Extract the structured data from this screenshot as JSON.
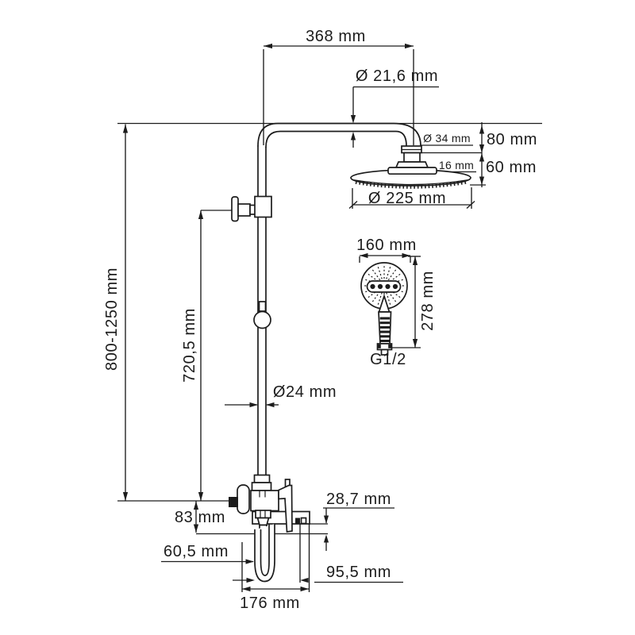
{
  "drawing": {
    "kind": "technical-dimension-drawing",
    "subject": "shower-column-with-rain-head-hand-shower-and-bath-spout",
    "background_color": "#ffffff",
    "line_color": "#1c1c1c",
    "labels": {
      "arm_length": "368 mm",
      "arm_tube_diameter": "Ø 21,6 mm",
      "head_connector_diameter": "Ø 34 mm",
      "head_offset_top": "80 mm",
      "head_plate_thickness": "16 mm",
      "head_offset_bottom": "60 mm",
      "head_diameter": "Ø 225 mm",
      "column_height": "800-1250 mm",
      "slide_height": "720,5 mm",
      "pipe_diameter": "Ø24 mm",
      "handshower_head_diameter": "160 mm",
      "handshower_length": "278 mm",
      "handshower_thread": "G1/2",
      "shelf_offset": "28,7 mm",
      "spout_drop": "83 mm",
      "spout_reach": "60,5 mm",
      "holder_reach": "95,5 mm",
      "faucet_width": "176 mm"
    }
  }
}
